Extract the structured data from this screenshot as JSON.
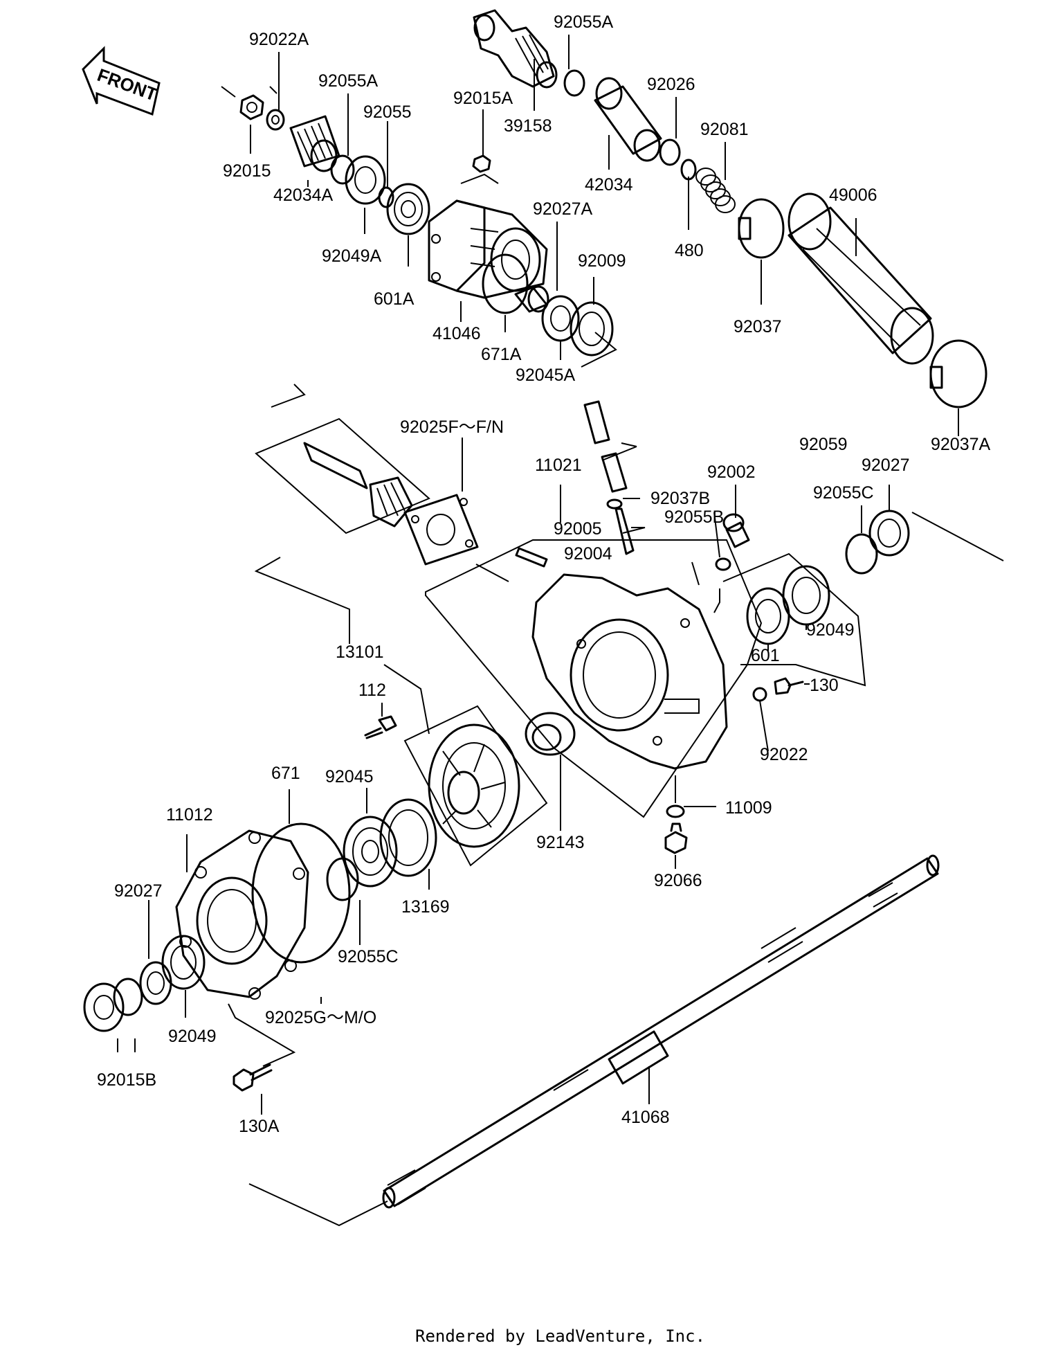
{
  "diagram": {
    "front_badge": "FRONT",
    "footer": "Rendered by LeadVenture, Inc.",
    "parts": [
      {
        "id": "p-92022A",
        "label": "92022A"
      },
      {
        "id": "p-92055A-top",
        "label": "92055A"
      },
      {
        "id": "p-92015",
        "label": "92015"
      },
      {
        "id": "p-92055",
        "label": "92055"
      },
      {
        "id": "p-42034A",
        "label": "42034A"
      },
      {
        "id": "p-92049A",
        "label": "92049A"
      },
      {
        "id": "p-601A",
        "label": "601A"
      },
      {
        "id": "p-92055A-2",
        "label": "92055A"
      },
      {
        "id": "p-92015A",
        "label": "92015A"
      },
      {
        "id": "p-39158",
        "label": "39158"
      },
      {
        "id": "p-92026",
        "label": "92026"
      },
      {
        "id": "p-42034",
        "label": "42034"
      },
      {
        "id": "p-92081",
        "label": "92081"
      },
      {
        "id": "p-480",
        "label": "480"
      },
      {
        "id": "p-49006",
        "label": "49006"
      },
      {
        "id": "p-92027A",
        "label": "92027A"
      },
      {
        "id": "p-92009",
        "label": "92009"
      },
      {
        "id": "p-41046",
        "label": "41046"
      },
      {
        "id": "p-671A",
        "label": "671A"
      },
      {
        "id": "p-92045A",
        "label": "92045A"
      },
      {
        "id": "p-92037",
        "label": "92037"
      },
      {
        "id": "p-92037A",
        "label": "92037A"
      },
      {
        "id": "p-92025F",
        "label": "92025F～F/N"
      },
      {
        "id": "p-92059",
        "label": "92059"
      },
      {
        "id": "p-11021",
        "label": "11021"
      },
      {
        "id": "p-92002",
        "label": "92002"
      },
      {
        "id": "p-92027-r",
        "label": "92027"
      },
      {
        "id": "p-92037B",
        "label": "92037B"
      },
      {
        "id": "p-92055C-r",
        "label": "92055C"
      },
      {
        "id": "p-92005",
        "label": "92005"
      },
      {
        "id": "p-92055B",
        "label": "92055B"
      },
      {
        "id": "p-92004",
        "label": "92004"
      },
      {
        "id": "p-92049-r",
        "label": "92049"
      },
      {
        "id": "p-601",
        "label": "601"
      },
      {
        "id": "p-130",
        "label": "130"
      },
      {
        "id": "p-13101",
        "label": "13101"
      },
      {
        "id": "p-112",
        "label": "112"
      },
      {
        "id": "p-92022",
        "label": "92022"
      },
      {
        "id": "p-671",
        "label": "671"
      },
      {
        "id": "p-92045",
        "label": "92045"
      },
      {
        "id": "p-11009",
        "label": "11009"
      },
      {
        "id": "p-11012",
        "label": "11012"
      },
      {
        "id": "p-92143",
        "label": "92143"
      },
      {
        "id": "p-92066",
        "label": "92066"
      },
      {
        "id": "p-92027-l",
        "label": "92027"
      },
      {
        "id": "p-13169",
        "label": "13169"
      },
      {
        "id": "p-92055C-l",
        "label": "92055C"
      },
      {
        "id": "p-92049-l",
        "label": "92049"
      },
      {
        "id": "p-92025G",
        "label": "92025G～M/O"
      },
      {
        "id": "p-92015B",
        "label": "92015B"
      },
      {
        "id": "p-41068",
        "label": "41068"
      },
      {
        "id": "p-130A",
        "label": "130A"
      }
    ]
  }
}
